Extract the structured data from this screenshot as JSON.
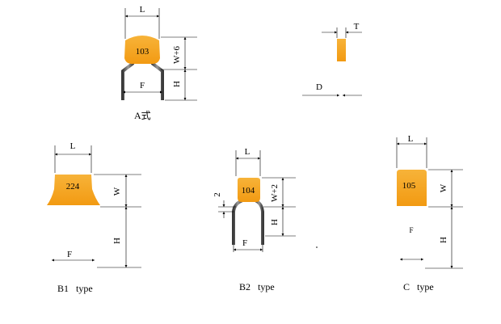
{
  "colors": {
    "body": "#f5a623",
    "body_dark": "#e08a10",
    "lead": "#6e6e6e",
    "line": "#000000"
  },
  "types": {
    "A": {
      "value": "103",
      "dims": {
        "L": "L",
        "W": "W+6",
        "F": "F",
        "H": "H"
      },
      "caption": "A式"
    },
    "axial": {
      "dims": {
        "T": "T",
        "D": "D"
      }
    },
    "B1": {
      "value": "224",
      "dims": {
        "L": "L",
        "W": "W",
        "F": "F",
        "H": "H"
      },
      "caption": "B1   type"
    },
    "B2": {
      "value": "104",
      "dims": {
        "L": "L",
        "W": "W+2",
        "F": "F",
        "H": "H",
        "bend": "2"
      },
      "caption": "B2   type"
    },
    "C": {
      "value": "105",
      "dims": {
        "L": "L",
        "W": "W",
        "F": "F",
        "H": "H"
      },
      "caption": "C   type"
    }
  }
}
